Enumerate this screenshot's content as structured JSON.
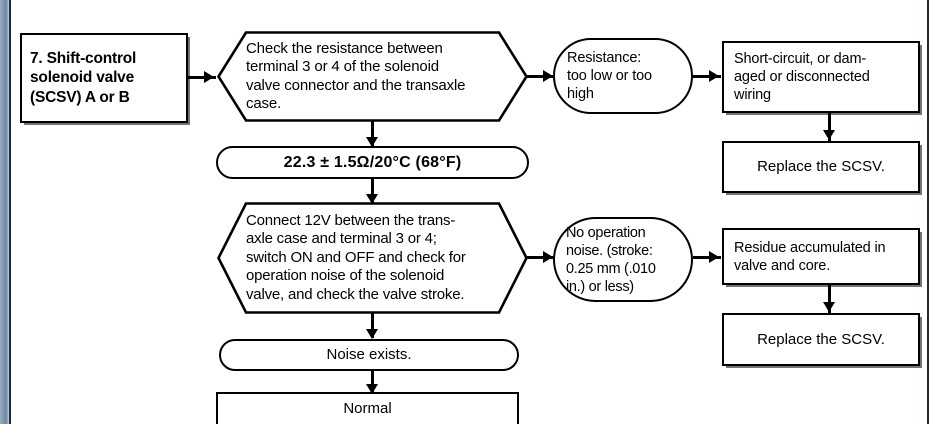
{
  "diagram": {
    "title": "Shift-control solenoid valve (SCSV) diagnostic flowchart",
    "type": "flowchart",
    "nodes": [
      {
        "id": "start",
        "shape": "rectangle",
        "text": "7. Shift-control\n    solenoid valve\n    (SCSV) A or B"
      },
      {
        "id": "check-resistance",
        "shape": "hexagon",
        "text": "Check the resistance between\nterminal 3 or 4 of the solenoid\nvalve connector and the transaxle\ncase."
      },
      {
        "id": "resistance-bad",
        "shape": "stadium",
        "text": "Resistance:\ntoo low or too\nhigh"
      },
      {
        "id": "short-circuit",
        "shape": "rectangle",
        "text": "Short-circuit, or dam-\naged or disconnected\nwiring"
      },
      {
        "id": "replace-scsv-1",
        "shape": "rectangle",
        "text": "Replace the SCSV."
      },
      {
        "id": "resistance-spec",
        "shape": "stadium",
        "text": "22.3 ± 1.5Ω/20°C (68°F)"
      },
      {
        "id": "connect-12v",
        "shape": "hexagon",
        "text": "Connect 12V between the trans-\naxle case and terminal 3 or 4;\nswitch ON and OFF and check for\noperation noise of the solenoid\nvalve, and check the valve stroke."
      },
      {
        "id": "no-operation-noise",
        "shape": "stadium",
        "text": "No operation\nnoise. (stroke:\n0.25 mm (.010\nin.) or less)"
      },
      {
        "id": "residue",
        "shape": "rectangle",
        "text": "Residue accumulated in\nvalve and core."
      },
      {
        "id": "replace-scsv-2",
        "shape": "rectangle",
        "text": "Replace the SCSV."
      },
      {
        "id": "noise-exists",
        "shape": "stadium",
        "text": "Noise exists."
      },
      {
        "id": "normal",
        "shape": "rectangle",
        "text": "Normal"
      }
    ],
    "colors": {
      "stroke": "#000000",
      "fill": "#ffffff",
      "page_edge": "#7f94ad"
    }
  }
}
